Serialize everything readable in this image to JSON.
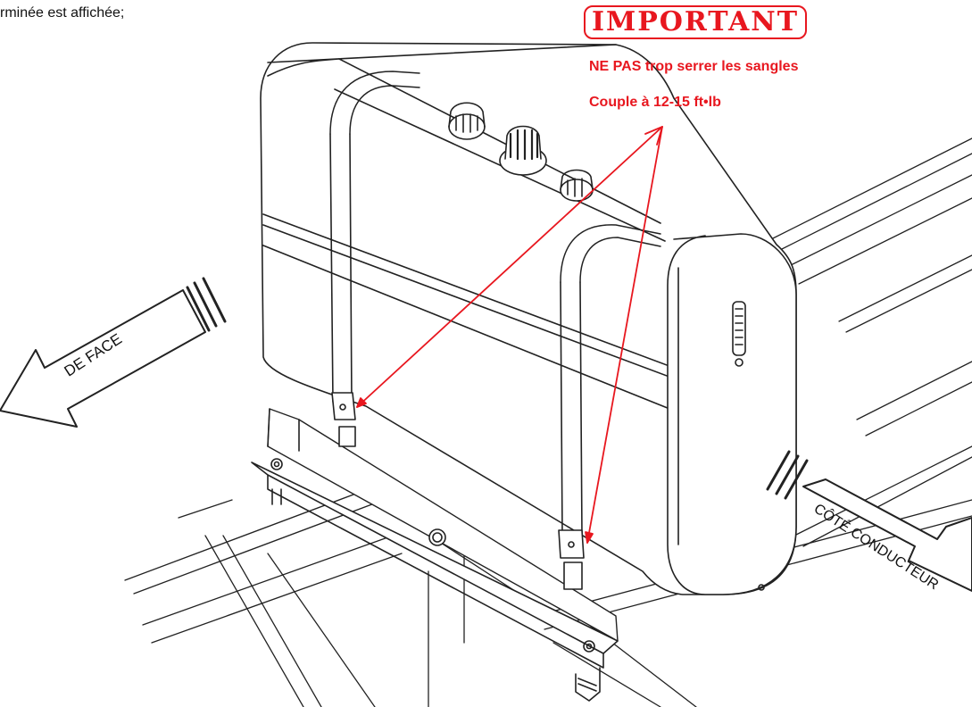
{
  "intro_text": "rminée est affichée;",
  "important": {
    "title": "IMPORTANT",
    "line1": "NE PAS trop serrer les sangles",
    "line2": "Couple à 12-15 ft•lb",
    "color": "#e8171f"
  },
  "arrows": {
    "front": "DE FACE",
    "driver_side": "CÔTÉ CONDUCTEUR"
  }
}
